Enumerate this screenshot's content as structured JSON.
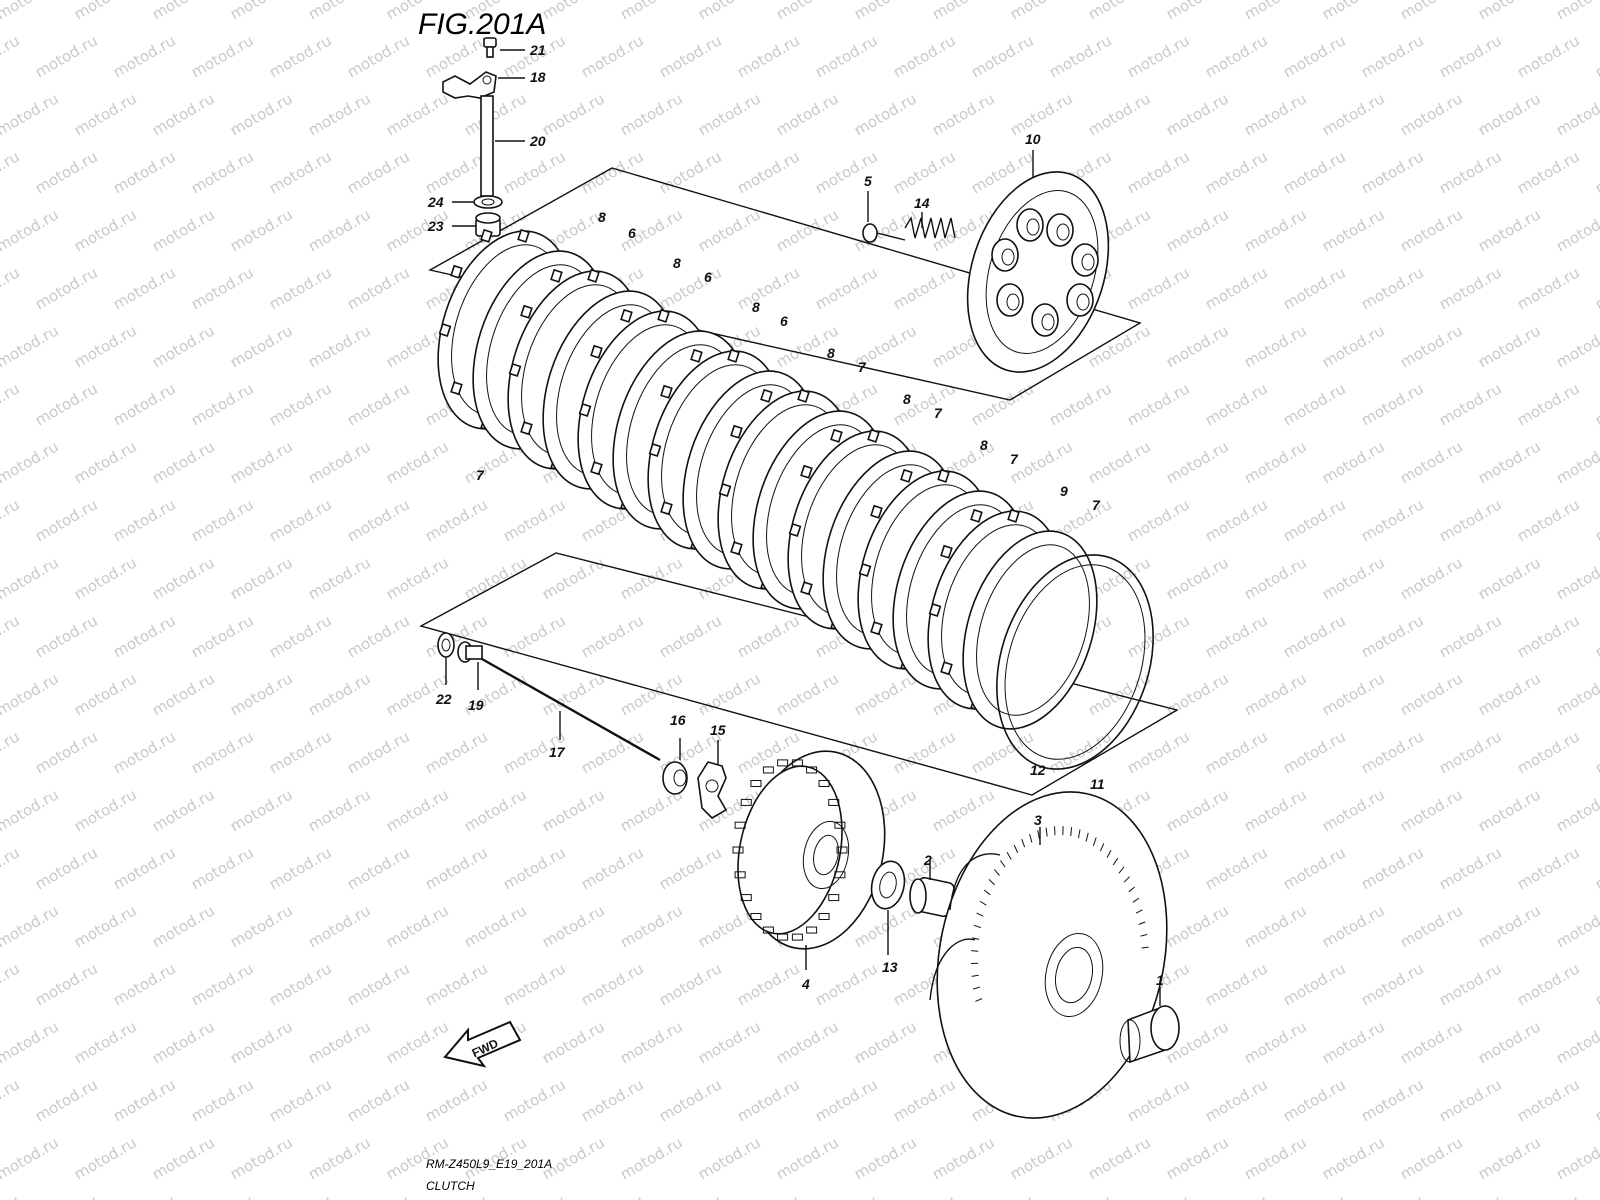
{
  "figure": {
    "title": "FIG.201A",
    "model_code": "RM-Z450L9_E19_201A",
    "section_name": "CLUTCH"
  },
  "watermark": {
    "text": "motod.ru"
  },
  "fwd_arrow": {
    "label": "FWD"
  },
  "callouts": {
    "c21": "21",
    "c18": "18",
    "c20": "20",
    "c24": "24",
    "c23": "23",
    "c10": "10",
    "c5": "5",
    "c14": "14",
    "p8a": "8",
    "p6a": "6",
    "p8b": "8",
    "p6b": "6",
    "p8c": "8",
    "p6c": "6",
    "p8d": "8",
    "p7a": "7",
    "p8e": "8",
    "p7b": "7",
    "p8f": "8",
    "p7c": "7",
    "p9": "9",
    "p7d": "7",
    "p7left": "7",
    "c22": "22",
    "c19": "19",
    "c17": "17",
    "c16": "16",
    "c15": "15",
    "c12": "12",
    "c11": "11",
    "c4": "4",
    "c13": "13",
    "c2": "2",
    "c3": "3",
    "c1": "1"
  }
}
